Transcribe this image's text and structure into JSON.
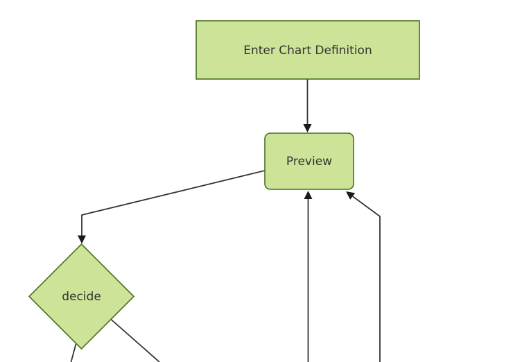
{
  "colors": {
    "background": "#ffffff",
    "node_fill": "#cde498",
    "node_border": "#46701f",
    "edge_line": "#333333",
    "arrowhead": "#1a1a1a",
    "node_text": "#333333"
  },
  "diagram": {
    "type": "flowchart",
    "direction": "top-down",
    "nodes": [
      {
        "id": "enter-chart-definition",
        "label": "Enter Chart Definition",
        "shape": "rectangle"
      },
      {
        "id": "preview",
        "label": "Preview",
        "shape": "rounded-rectangle"
      },
      {
        "id": "decide",
        "label": "decide",
        "shape": "diamond"
      }
    ],
    "edges": [
      {
        "from": "enter-chart-definition",
        "to": "preview",
        "arrow": true
      },
      {
        "from": "preview",
        "to": "decide",
        "arrow": true
      },
      {
        "from": "offscreen-bottom-center",
        "to": "preview",
        "arrow": true
      },
      {
        "from": "offscreen-bottom-right",
        "to": "preview",
        "arrow": true
      },
      {
        "from": "decide",
        "to": "offscreen-bottom-left",
        "arrow": false
      },
      {
        "from": "decide",
        "to": "offscreen-bottom-right",
        "arrow": false
      }
    ]
  }
}
